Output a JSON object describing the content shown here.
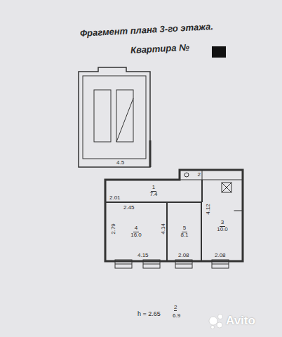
{
  "diagram": {
    "title": "Фрагмент плана 3-го этажа.",
    "nodes": [
      {
        "text": [
          "1",
          "7.4"
        ]
      },
      {
        "text": [
          "2"
        ]
      },
      {
        "text": [
          "4",
          "16.0"
        ]
      },
      {
        "text": [
          "5",
          "8.1"
        ]
      },
      {
        "text": [
          "3",
          "10.0"
        ]
      }
    ],
    "labels": [
      "Квартира №",
      "4.5",
      "2.01",
      "2.45",
      "2.79",
      "4.14",
      "4.15",
      "2.08",
      "4.12",
      "2.08",
      "h = 2.65",
      "2",
      "6.9",
      "Avito"
    ]
  }
}
